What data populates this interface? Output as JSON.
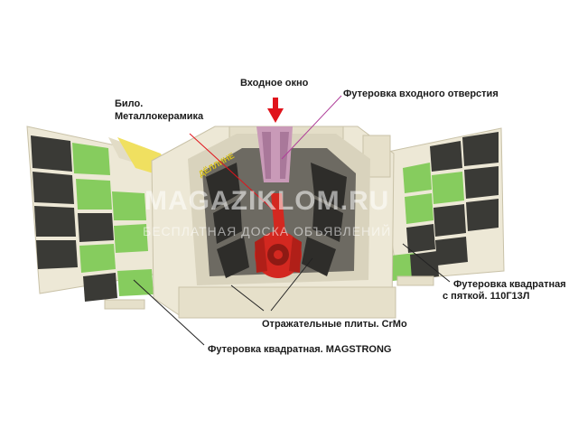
{
  "labels": {
    "inlet": "Входное окно",
    "inlet_lining": "Футеровка входного отверстия",
    "blow_bar_1": "Било.",
    "blow_bar_2": "Металлокерамика",
    "heel_lining_1": "Футеровка квадратная",
    "heel_lining_2": "с пяткой. 110Г13Л",
    "impact_plates": "Отражательные плиты. CrMo",
    "magstrong_lining": "Футеровка квадратная. MAGSTRONG"
  },
  "brand_text": "ДЁЛЛИНЕ",
  "watermark": {
    "line1": "MAGAZIKLOM.RU",
    "line2": "БЕСПЛАТНАЯ ДОСКА ОБЪЯВЛЕНИЙ"
  },
  "colors": {
    "frame": "#ede8d6",
    "dark_block": "#3a3a36",
    "green_block": "#86cc5e",
    "rotor_red": "#d32820",
    "inlet_lining": "#c99ab8",
    "arrow_red": "#e0141c",
    "yellow_panel": "#f0e060"
  }
}
